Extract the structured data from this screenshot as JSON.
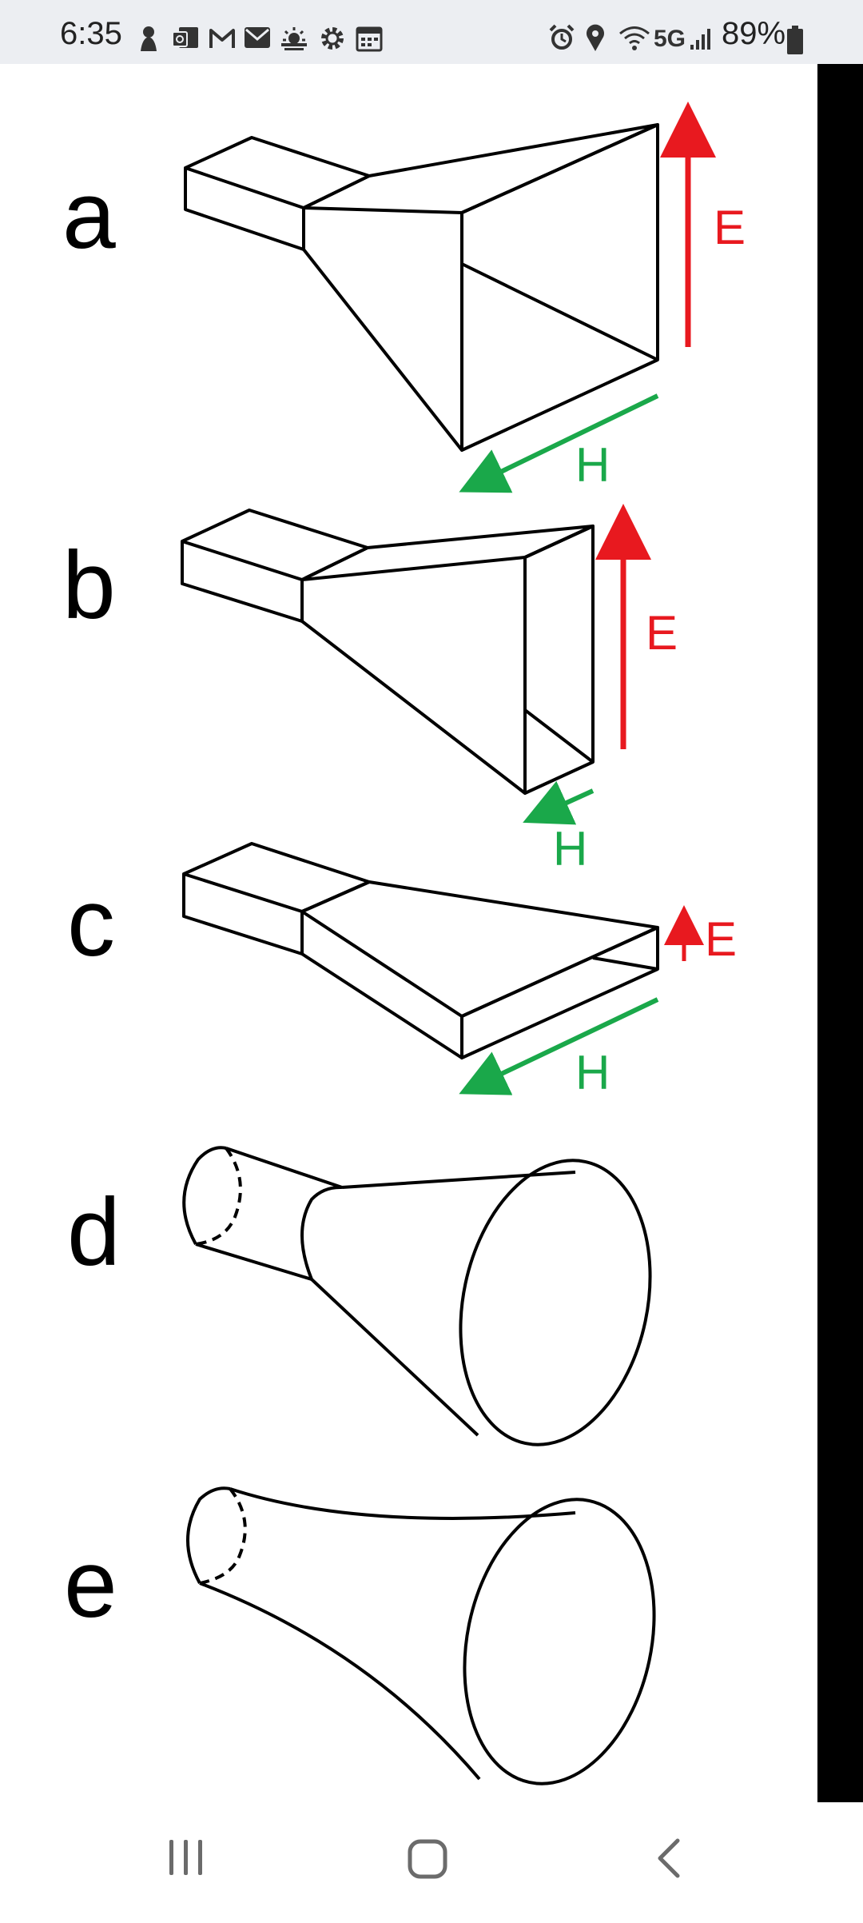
{
  "status_bar": {
    "time": "6:35",
    "battery": "89%",
    "network": "5G",
    "left_icons": [
      "notification-icon",
      "outlook-icon",
      "gmail-icon",
      "mail-icon",
      "weather-icon",
      "settings-icon",
      "calendar-icon"
    ],
    "right_icons": [
      "alarm-icon",
      "location-icon",
      "wifi-icon",
      "signal-icon",
      "battery-icon"
    ]
  },
  "figure": {
    "colors": {
      "E_arrow": "#e8191f",
      "H_arrow": "#1aa84a",
      "line": "#000000"
    },
    "panels": [
      {
        "label": "a",
        "E": "E",
        "H": "H"
      },
      {
        "label": "b",
        "E": "E",
        "H": "H"
      },
      {
        "label": "c",
        "E": "E",
        "H": "H"
      },
      {
        "label": "d"
      },
      {
        "label": "e"
      }
    ]
  },
  "nav_bar": {
    "buttons": [
      "recent-apps-icon",
      "home-icon",
      "back-icon"
    ]
  }
}
